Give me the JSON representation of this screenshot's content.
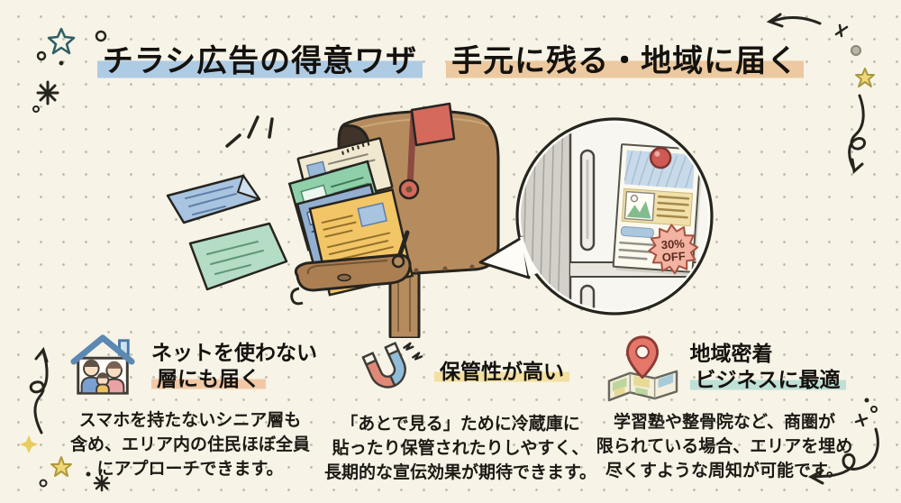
{
  "title": {
    "part1": "チラシ広告の得意ワザ",
    "part2": "手元に残る・地域に届く"
  },
  "callout": {
    "sticker_line1": "30%",
    "sticker_line2": "OFF"
  },
  "features": [
    {
      "icon": "house-family-icon",
      "heading_line1": "ネットを使わない",
      "heading_line2": "層にも届く",
      "body_lines": [
        "スマホを持たないシニア層も",
        "含め、エリア内の住民ほぼ全員",
        "にアプローチできます。"
      ]
    },
    {
      "icon": "magnet-icon",
      "heading_line1": "保管性が高い",
      "body_lines": [
        "「あとで見る」ために冷蔵庫に",
        "貼ったり保管されたりしやすく、",
        "長期的な宣伝効果が期待できます。"
      ]
    },
    {
      "icon": "map-pin-icon",
      "heading_line1": "地域密着",
      "heading_line2": "ビジネスに最適",
      "body_lines": [
        "学習塾や整骨院など、商圏が",
        "限られている場合、エリアを埋め",
        "尽くすような周知が可能です。"
      ]
    }
  ],
  "decorations": {
    "top_left": [
      "star-outline-icon",
      "circle-doodle-icon",
      "asterisk-sparkle-icon"
    ],
    "top_right": [
      "curved-arrow-icon",
      "sparkle-icon",
      "yellow-star-icon",
      "loop-arrow-down-icon"
    ],
    "bottom_left": [
      "loop-arrow-up-icon",
      "yellow-sparkle-icon",
      "yellow-star-icon",
      "asterisk-sparkle-icon"
    ],
    "bottom_right": [
      "sparkle-icon",
      "loop-arrow-left-icon"
    ],
    "illustration": [
      "mailbox-icon",
      "flyers-icon",
      "speech-bubble-magnifier-icon",
      "refrigerator-icon",
      "flyer-on-fridge-icon",
      "magnet-dot-icon"
    ]
  },
  "colors": {
    "bg": "#f7f3e6",
    "dot": "#bab6a9",
    "ink": "#26241f",
    "hl-blue": "#aecbe4",
    "hl-orange": "#ecc9a0",
    "hl-peach": "#f2c8a6",
    "hl-yellow": "#f3dfa0",
    "hl-teal": "#bfe0d6",
    "mailbox-brown": "#b68c5e",
    "mailbox-dark": "#6f5436",
    "flag-red": "#d4695c",
    "flyer-blue": "#a9c4e0",
    "flyer-green": "#b5dcc5",
    "flyer-yellow": "#f2c566",
    "flyer-cream": "#f1e8d0",
    "flyer-teal": "#8fd0ab",
    "flyer-indigo": "#92afd0",
    "bubble-bg": "#fdfcf6",
    "fridge-shadow": "#d2d0c8",
    "magnet-red": "#cd5a54",
    "sticker-pink": "#f3b3a2",
    "sticker-ink": "#5c2b1e",
    "star-yellow": "#f0d878",
    "pin-red": "#e4776a",
    "icon-magnet-red": "#e08878",
    "icon-magnet-blue": "#90bcd8"
  }
}
